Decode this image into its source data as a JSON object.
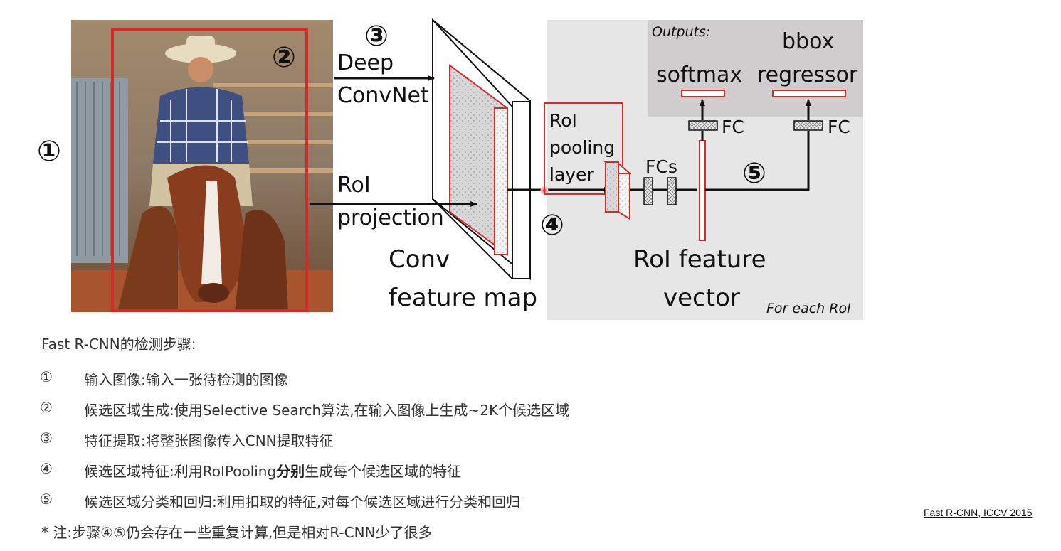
{
  "diagram": {
    "markers": {
      "one": "①",
      "two": "②",
      "three": "③",
      "four": "④",
      "five": "⑤"
    },
    "labels": {
      "deep": "Deep",
      "convnet": "ConvNet",
      "roi": "RoI",
      "projection": "projection",
      "conv": "Conv",
      "feature_map": "feature map",
      "roi_pool_1": "RoI",
      "roi_pool_2": "pooling",
      "roi_pool_3": "layer",
      "fcs": "FCs",
      "fc_left": "FC",
      "fc_right": "FC",
      "outputs": "Outputs:",
      "softmax": "softmax",
      "bbox": "bbox",
      "regressor": "regressor",
      "roi_feature": "RoI feature",
      "vector": "vector",
      "for_each_roi": "For each RoI"
    }
  },
  "steps": {
    "heading": "Fast R-CNN的检测步骤:",
    "items": [
      {
        "num": "①",
        "text": "输入图像:输入一张待检测的图像"
      },
      {
        "num": "②",
        "text": "候选区域生成:使用Selective Search算法,在输入图像上生成~2K个候选区域"
      },
      {
        "num": "③",
        "text": "特征提取:将整张图像传入CNN提取特征"
      },
      {
        "num": "④",
        "text_before": "候选区域特征:利用RoIPooling",
        "text_bold": "分别",
        "text_after": "生成每个候选区域的特征"
      },
      {
        "num": "⑤",
        "text": "候选区域分类和回归:利用扣取的特征,对每个候选区域进行分类和回归"
      }
    ],
    "note": "* 注:步骤④⑤仍会存在一些重复计算,但是相对R-CNN少了很多"
  },
  "citation": "Fast R-CNN, ICCV 2015",
  "colors": {
    "accent_red": "#d42a2a",
    "panel_gray": "#e7e6e6",
    "output_gray": "#cfcdcd"
  }
}
